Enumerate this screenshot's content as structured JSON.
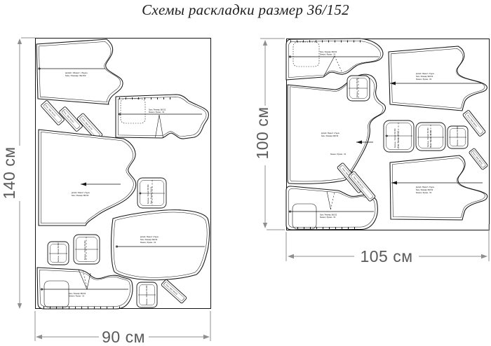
{
  "title": "Схемы раскладки размер 36/152",
  "layouts": {
    "left": {
      "height_label": "140 см",
      "width_label": "90 см"
    },
    "right": {
      "height_label": "100 см",
      "width_label": "105 см"
    }
  },
  "piece_labels": {
    "line1": "Jacket / Жакет «Труа»",
    "line2": "Size / Размер 36/152",
    "line3": "Sleeve / Рукав - 32",
    "pocket": "Карман / Pocket 36/152",
    "strip": "Пояс / Belt 36/152"
  },
  "colors": {
    "outline": "#141414",
    "dim_line": "#8f8f8f",
    "dim_text": "#5a5a5a",
    "title_text": "#1c1c1c",
    "background": "#ffffff"
  }
}
